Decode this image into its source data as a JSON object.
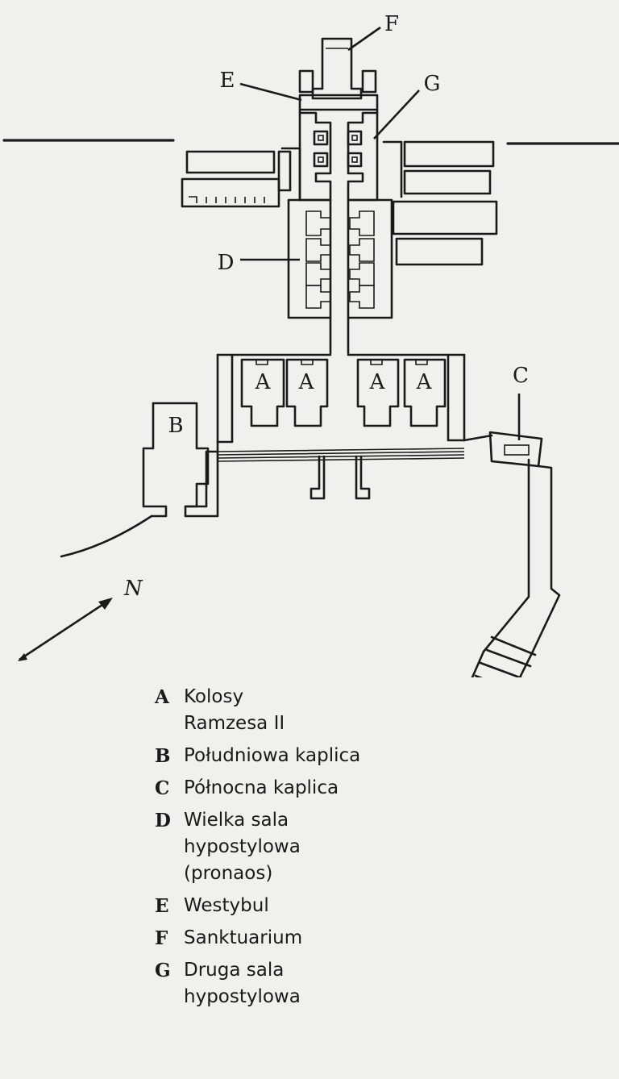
{
  "plan_labels": {
    "A": "A",
    "B": "B",
    "C": "C",
    "D": "D",
    "E": "E",
    "F": "F",
    "G": "G",
    "north": "N"
  },
  "legend": [
    {
      "key": "A",
      "text": "Kolosy\nRamzesa II"
    },
    {
      "key": "B",
      "text": "Południowa kaplica"
    },
    {
      "key": "C",
      "text": "Północna kaplica"
    },
    {
      "key": "D",
      "text": "Wielka sala\nhypostylowa\n(pronaos)"
    },
    {
      "key": "E",
      "text": "Westybul"
    },
    {
      "key": "F",
      "text": "Sanktuarium"
    },
    {
      "key": "G",
      "text": "Druga sala\nhypostylowa"
    }
  ]
}
